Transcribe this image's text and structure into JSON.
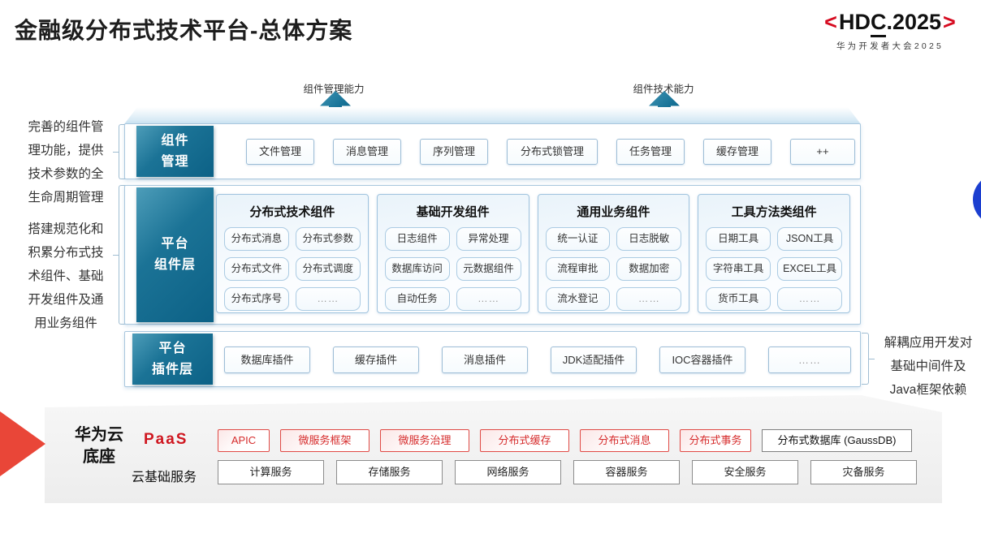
{
  "title": "金融级分布式技术平台-总体方案",
  "logo": {
    "open": "<",
    "pre": "HD",
    "underlined": "C",
    "post": ".2025",
    "close": ">",
    "subtitle": "华为开发者大会2025"
  },
  "capability_arrows": {
    "left": "组件管理能力",
    "right": "组件技术能力"
  },
  "annotations": {
    "component_mgmt": "完善的组件管\n理功能，提供\n技术参数的全\n生命周期管理",
    "platform_components": "搭建规范化和\n积累分布式技\n术组件、基础\n开发组件及通\n用业务组件",
    "plugins": "解耦应用开发对\n基础中间件及\nJava框架依赖"
  },
  "layers": {
    "component_mgmt": {
      "label": "组件\n管理",
      "items": [
        "文件管理",
        "消息管理",
        "序列管理",
        "分布式锁管理",
        "任务管理",
        "缓存管理",
        "++"
      ]
    },
    "platform_components": {
      "label": "平台\n组件层",
      "groups": [
        {
          "title": "分布式技术组件",
          "items": [
            "分布式消息",
            "分布式参数",
            "分布式文件",
            "分布式调度",
            "分布式序号",
            "……"
          ]
        },
        {
          "title": "基础开发组件",
          "items": [
            "日志组件",
            "异常处理",
            "数据库访问",
            "元数据组件",
            "自动任务",
            "……"
          ]
        },
        {
          "title": "通用业务组件",
          "items": [
            "统一认证",
            "日志脱敏",
            "流程审批",
            "数据加密",
            "流水登记",
            "……"
          ]
        },
        {
          "title": "工具方法类组件",
          "items": [
            "日期工具",
            "JSON工具",
            "字符串工具",
            "EXCEL工具",
            "货币工具",
            "……"
          ]
        }
      ]
    },
    "plugins": {
      "label": "平台\n插件层",
      "items": [
        "数据库插件",
        "缓存插件",
        "消息插件",
        "JDK适配插件",
        "IOC容器插件",
        "……"
      ]
    }
  },
  "foundation": {
    "label": "华为云\n底座",
    "paas_label": "PaaS",
    "paas_items": [
      "APIC",
      "微服务框架",
      "微服务治理",
      "分布式缓存",
      "分布式消息",
      "分布式事务"
    ],
    "paas_db": "分布式数据库 (GaussDB)",
    "cloud_label": "云基础服务",
    "cloud_items": [
      "计算服务",
      "存储服务",
      "网络服务",
      "容器服务",
      "安全服务",
      "灾备服务"
    ]
  },
  "colors": {
    "teal_label": "#15718f",
    "light_blue_border": "#a9c7de",
    "red_accent": "#d62c2c",
    "logo_red": "#d60b20",
    "panel_gray": "#efefef",
    "triangle_red": "#e94638",
    "circle_blue": "#1c3fd0"
  }
}
